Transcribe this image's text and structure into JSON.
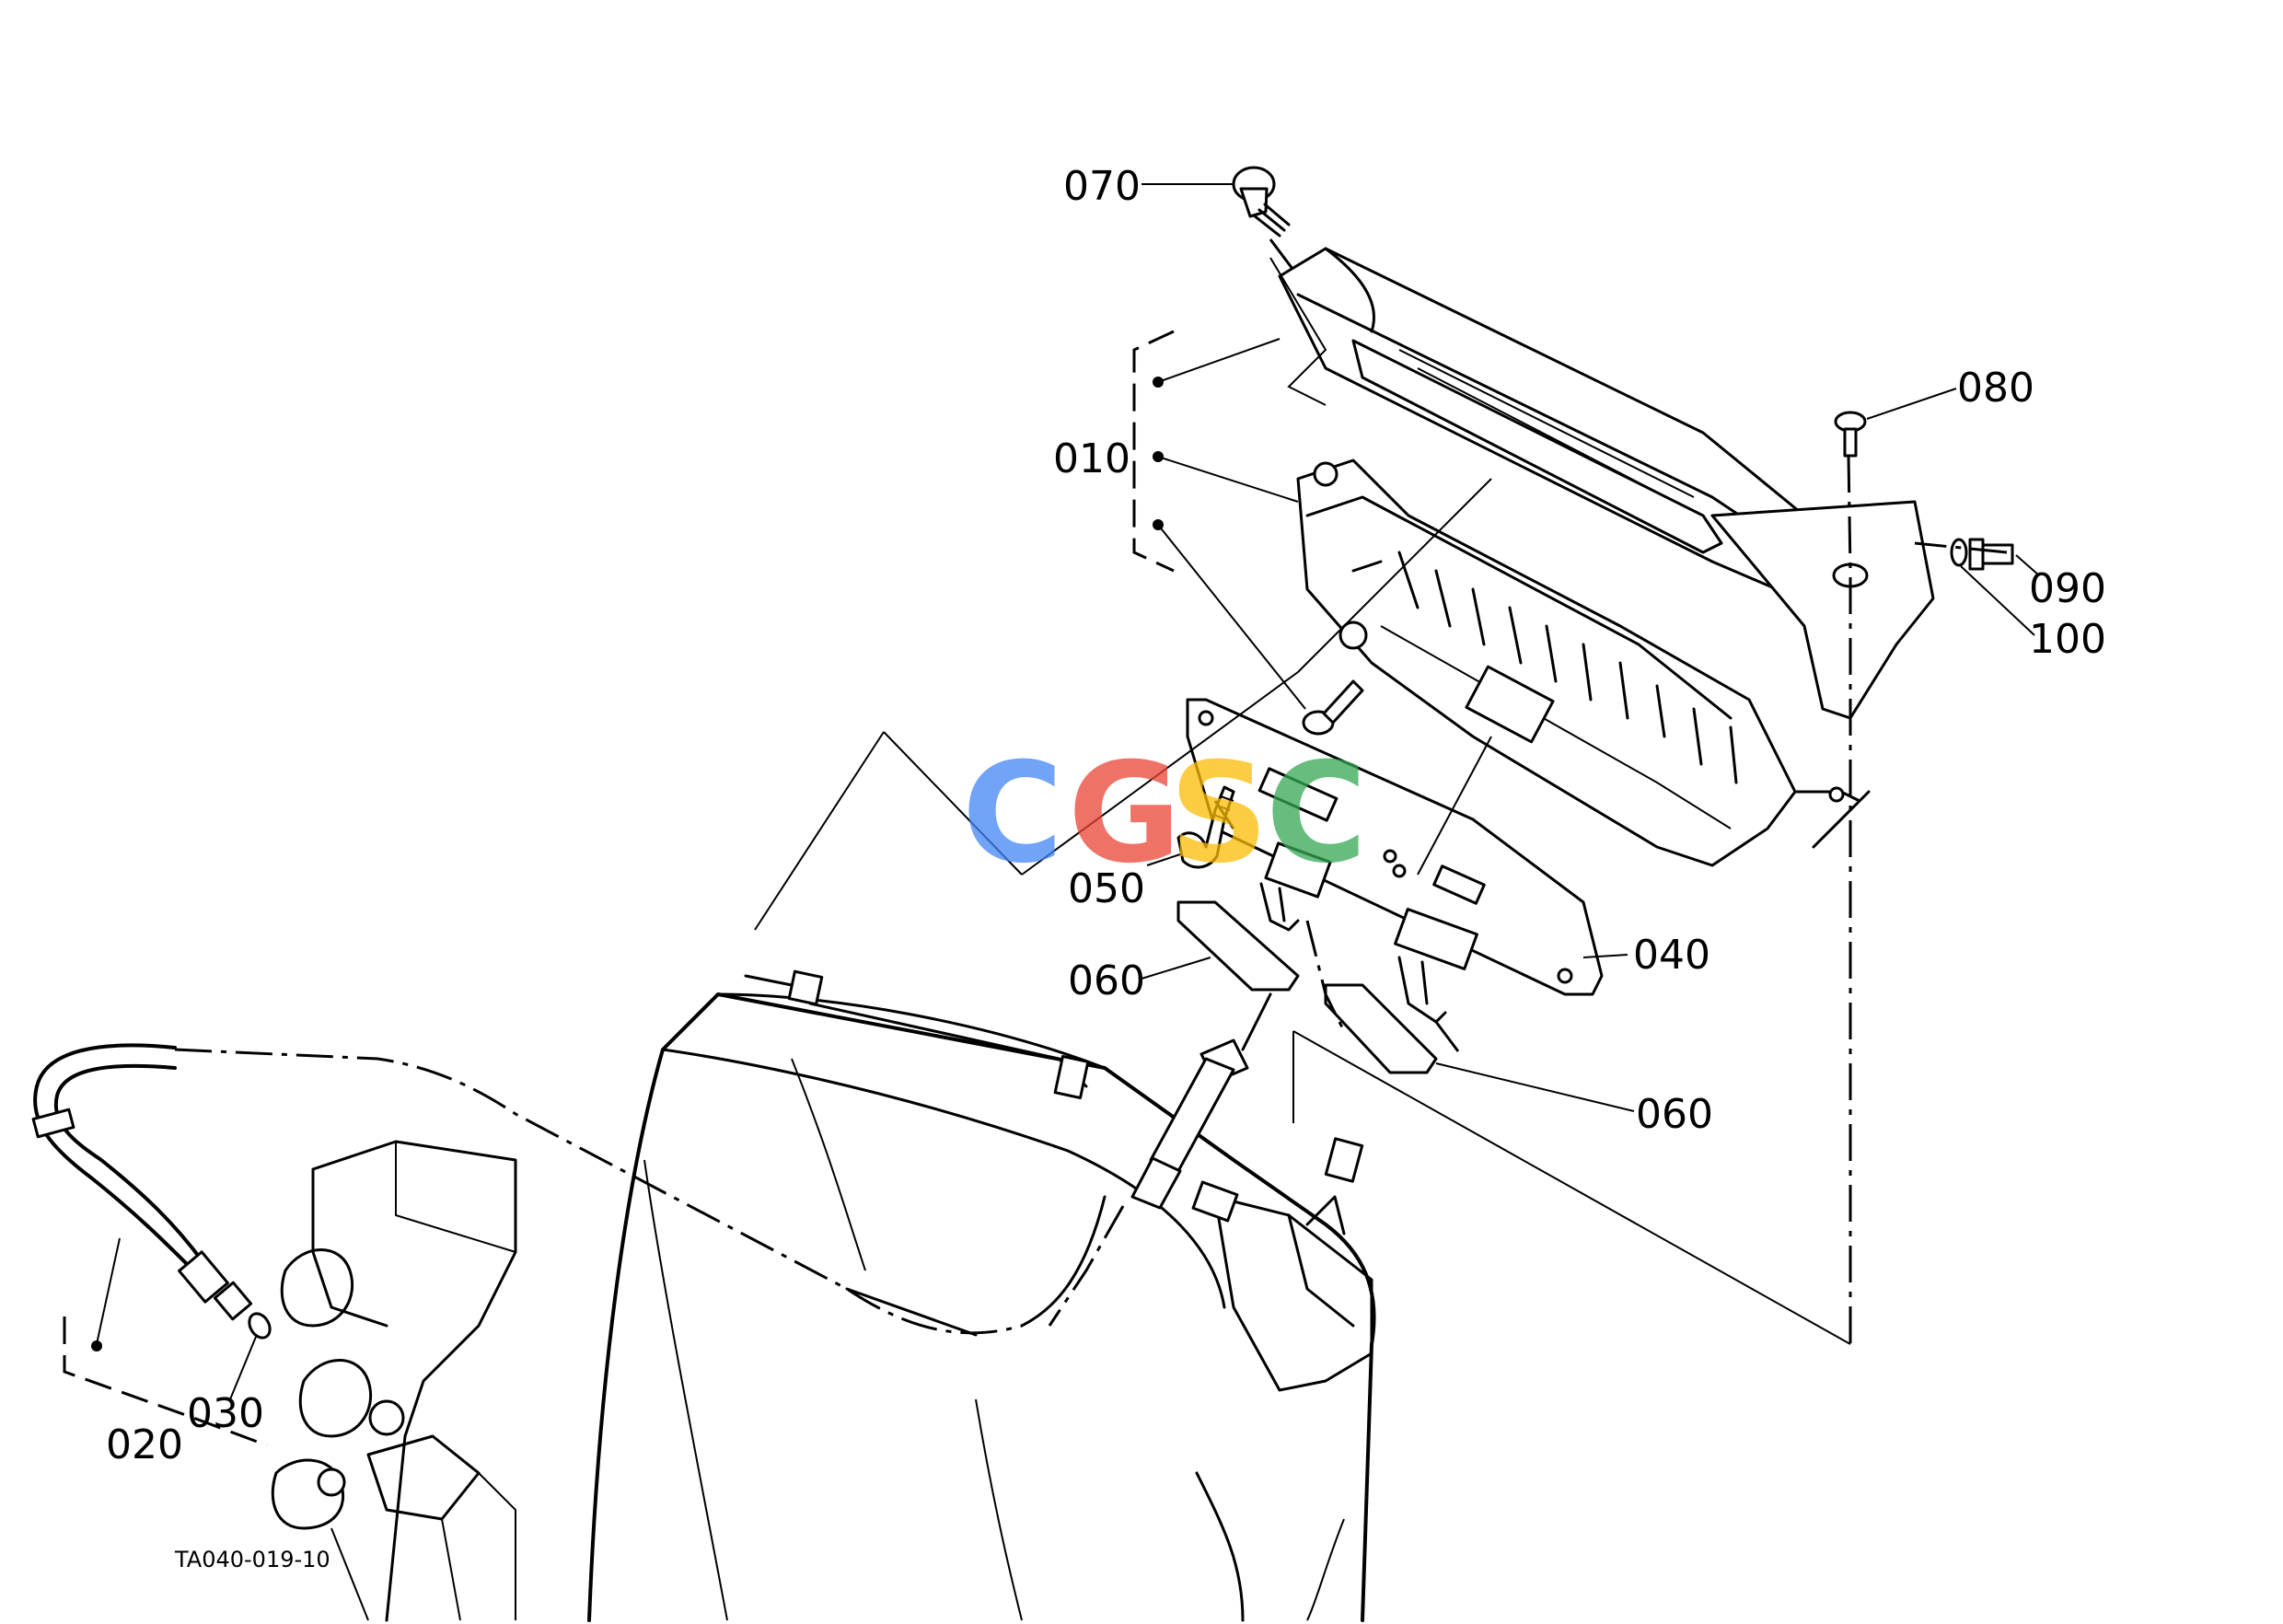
{
  "drawing_number": "TA040-019-10",
  "watermark": {
    "letters": [
      "C",
      "G",
      "S",
      "C"
    ],
    "colors": [
      "#4285F4",
      "#EA4335",
      "#FBBC05",
      "#34A853"
    ]
  },
  "callouts": {
    "p010": "010",
    "p020": "020",
    "p030": "030",
    "p040": "040",
    "p050": "050",
    "p060a": "060",
    "p060b": "060",
    "p070": "070",
    "p080": "080",
    "p090": "090",
    "p100": "100"
  }
}
